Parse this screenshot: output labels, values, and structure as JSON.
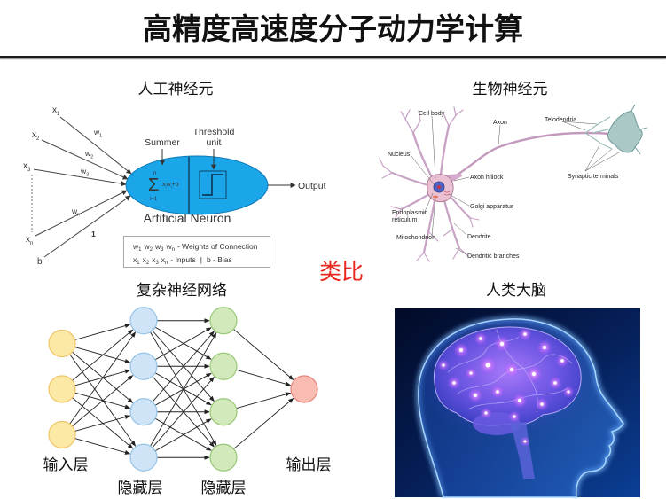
{
  "slide": {
    "title": "高精度高速度分子动力学计算",
    "analogy_label": "类比",
    "colors": {
      "accent_red": "#e8271f",
      "neuron_blue": "#1ba6ea",
      "title_rule": "#1a1a1a"
    }
  },
  "artificial_neuron": {
    "title": "人工神经元",
    "inputs": [
      {
        "base": "x",
        "sub": "1"
      },
      {
        "base": "x",
        "sub": "2"
      },
      {
        "base": "x",
        "sub": "3"
      },
      {
        "base": "x",
        "sub": "n"
      },
      {
        "base": "b",
        "sub": ""
      }
    ],
    "weights": [
      {
        "base": "w",
        "sub": "1"
      },
      {
        "base": "w",
        "sub": "2"
      },
      {
        "base": "w",
        "sub": "3"
      },
      {
        "base": "w",
        "sub": "n"
      },
      {
        "base": "1",
        "sub": ""
      }
    ],
    "summer_label": "Summer",
    "threshold_label": [
      "Threshold",
      "unit"
    ],
    "sum_upper": "n",
    "sum_symbol": "Σ",
    "sum_lower": "i=1",
    "sum_term": [
      {
        "base": "x",
        "sub": "i"
      },
      {
        "base": "w",
        "sub": "i"
      }
    ],
    "sum_tail": "+b",
    "neuron_name": "Artificial Neuron",
    "output_label": "Output",
    "legend": {
      "weights": [
        {
          "base": "w",
          "sub": "1"
        },
        {
          "base": "w",
          "sub": "2"
        },
        {
          "base": "w",
          "sub": "3"
        },
        {
          "base": "w",
          "sub": "n"
        }
      ],
      "weights_text": "- Weights of Connection",
      "inputs": [
        {
          "base": "x",
          "sub": "1"
        },
        {
          "base": "x",
          "sub": "2"
        },
        {
          "base": "x",
          "sub": "3"
        },
        {
          "base": "x",
          "sub": "n"
        }
      ],
      "inputs_text": "- Inputs",
      "separator": "|",
      "bias_text": "b - Bias"
    }
  },
  "bio_neuron": {
    "title": "生物神经元",
    "labels": {
      "cell_body": "Cell body",
      "axon": "Axon",
      "telodendria": "Telodendria",
      "nucleus": "Nucleus",
      "axon_hillock": "Axon hillock",
      "synaptic_terminals": "Synaptic terminals",
      "endoplasmic_reticulum": [
        "Endoplasmic",
        "reticulum"
      ],
      "golgi_apparatus": "Golgi apparatus",
      "mitochondrion": "Mitochondrion",
      "dendrite": "Dendrite",
      "dendritic_branches": "Dendritic branches"
    }
  },
  "network": {
    "title": "复杂神经网络",
    "layers": [
      {
        "label": "输入层",
        "nodes": 3,
        "color": "#fde9a6",
        "stroke": "#eec567"
      },
      {
        "label": "隐藏层",
        "nodes": 4,
        "color": "#cfe5f7",
        "stroke": "#95c3e6"
      },
      {
        "label": "隐藏层",
        "nodes": 4,
        "color": "#d2eabb",
        "stroke": "#98c776"
      },
      {
        "label": "输出层",
        "nodes": 1,
        "color": "#f8bcb3",
        "stroke": "#e3877d"
      }
    ]
  },
  "brain": {
    "title": "人类大脑"
  }
}
